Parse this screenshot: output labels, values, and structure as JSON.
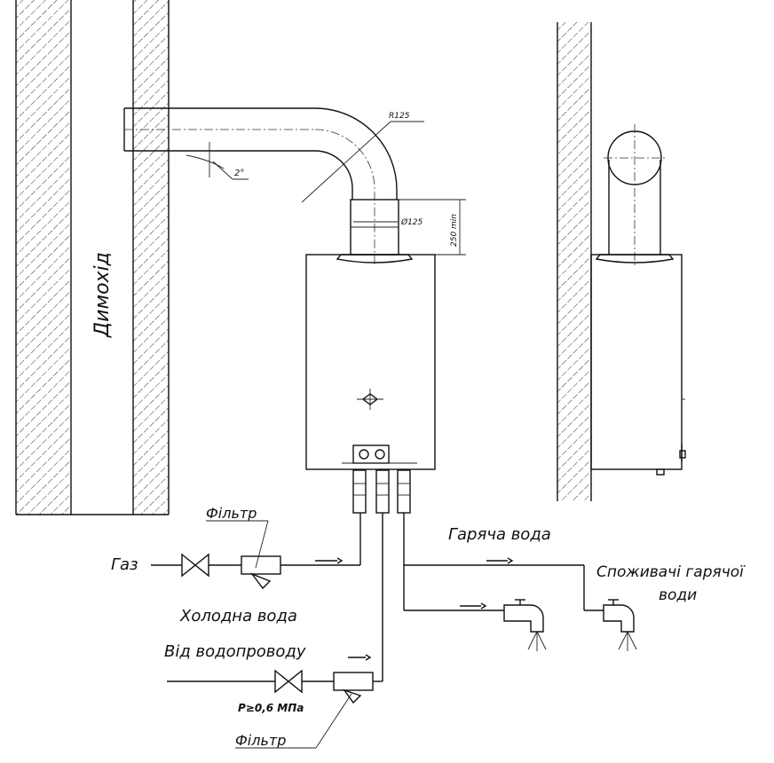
{
  "labels": {
    "chimney": "Димохід",
    "gas": "Газ",
    "filter_top": "Фільтр",
    "filter_bottom": "Фільтр",
    "cold_water": "Холодна вода",
    "from_water_supply": "Від водопроводу",
    "pressure": "P≥0,6 МПа",
    "hot_water": "Гаряча вода",
    "hot_water_consumers_1": "Споживачі гарячої",
    "hot_water_consumers_2": "води"
  },
  "dimensions": {
    "radius": "R125",
    "diameter": "Ø125",
    "height": "250 min",
    "slope": "2°"
  },
  "colors": {
    "ink": "#111111",
    "paper": "#ffffff"
  }
}
